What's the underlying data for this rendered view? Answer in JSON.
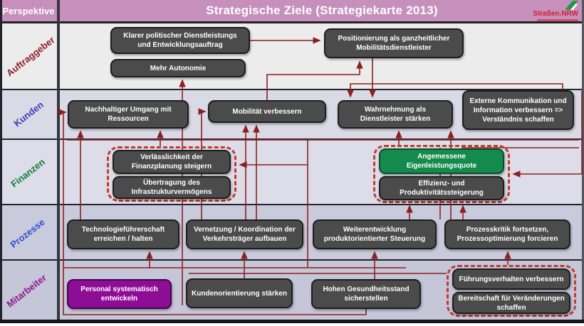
{
  "header": {
    "perspective_label": "Perspektive",
    "title": "Strategische Ziele (Strategiekarte 2013)",
    "logo": {
      "text": "Straßen.NRW",
      "icon": "leaf-road-icon",
      "brand_color": "#d11f2f",
      "leaf_color": "#1d9a48"
    }
  },
  "perspectives": [
    {
      "id": "auftraggeber",
      "label": "Auftraggeber",
      "color": "#8b1e26"
    },
    {
      "id": "kunden",
      "label": "Kunden",
      "color": "#3a3ab5"
    },
    {
      "id": "finanzen",
      "label": "Finanzen",
      "color": "#157a3a"
    },
    {
      "id": "prozesse",
      "label": "Prozesse",
      "color": "#3050d0"
    },
    {
      "id": "mitarbeiter",
      "label": "Mitarbeiter",
      "color": "#8c1890"
    }
  ],
  "goals": {
    "klarer_auftrag": {
      "label": "Klarer politischer Dienstleistungs und Entwicklungsauftrag"
    },
    "mehr_autonomie": {
      "label": "Mehr Autonomie"
    },
    "positionierung": {
      "label": "Positionierung als ganzheitlicher Mobilitätsdienstleister"
    },
    "nachhaltiger_umgang": {
      "label": "Nachhaltiger Umgang mit Ressourcen"
    },
    "mobilitaet": {
      "label": "Mobilität verbessern"
    },
    "wahrnehmung": {
      "label": "Wahrnehmung als Dienstleister stärken"
    },
    "externe_kommunikation": {
      "label": "Externe Kommunikation und Information verbessern => Verständnis schaffen"
    },
    "verlaesslichkeit": {
      "label": "Verlässlichkeit der Finanzplanung steigern"
    },
    "uebertragung": {
      "label": "Übertragung des Infrastrukturvermögens"
    },
    "eigenleistungsquote": {
      "label": "Angemessene Eigenleistungsquote",
      "highlight": "green"
    },
    "effizienz": {
      "label": "Effizienz- und Produktivitätssteigerung"
    },
    "technologie": {
      "label": "Technologieführerschaft erreichen / halten"
    },
    "vernetzung": {
      "label": "Vernetzung / Koordination der Verkehrsträger aufbauen"
    },
    "weiterentwicklung": {
      "label": "Weiterentwicklung produktorientierter Steuerung"
    },
    "prozesskritik": {
      "label": "Prozesskritik fortsetzen, Prozessoptimierung forcieren"
    },
    "personal": {
      "label": "Personal systematisch entwickeln",
      "highlight": "purple"
    },
    "kundenorientierung": {
      "label": "Kundenorientierung stärken"
    },
    "gesundheit": {
      "label": "Hohen Gesundheitsstand sicherstellen"
    },
    "fuehrung": {
      "label": "Führungsverhalten verbessern"
    },
    "bereitschaft": {
      "label": "Bereitschaft für Veränderungen schaffen"
    }
  },
  "colors": {
    "header_band": "#c68fbc",
    "box_default": "#4b4b4b",
    "box_green": "#148a4c",
    "box_purple": "#8e0d96",
    "connector": "#8b2020",
    "group_outline": "#c23b2e",
    "row_auftraggeber": "#ececec",
    "row_kunden": "#d9dae6",
    "row_finanzen": "#dcdde8",
    "row_prozesse": "#c9cadc",
    "row_mitarbeiter": "#c5c6d8"
  }
}
